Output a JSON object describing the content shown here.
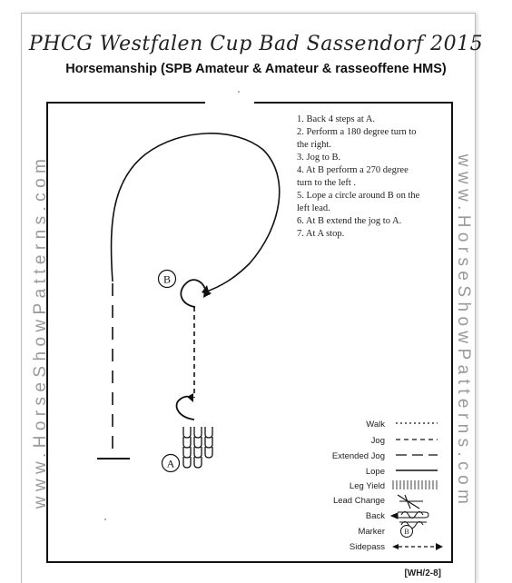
{
  "header": {
    "handwritten_title": "PHCG Westfalen Cup Bad Sassendorf 2015",
    "class_title": "Horsemanship (SPB Amateur & Amateur & rasseoffene HMS)"
  },
  "side_text": {
    "left": "www.HorseShowPatterns.com",
    "right": "www.HorseShowPatterns.com"
  },
  "instructions": [
    "1. Back 4 steps at A.",
    "2. Perform a 180 degree turn to",
    "the right.",
    "3. Jog to B.",
    "4. At B perform a 270 degree",
    "turn to the left .",
    "5. Lope a circle around B on the",
    "left lead.",
    "6. At B extend the jog to A.",
    "7. At A stop."
  ],
  "markers": {
    "a": "A",
    "b": "B"
  },
  "legend": [
    {
      "label": "Walk"
    },
    {
      "label": "Jog"
    },
    {
      "label": "Extended Jog"
    },
    {
      "label": "Lope"
    },
    {
      "label": "Leg Yield"
    },
    {
      "label": "Lead Change"
    },
    {
      "label": "Back"
    },
    {
      "label": "Marker",
      "symbol": "B"
    },
    {
      "label": "Sidepass"
    }
  ],
  "pattern_code": "[WH/2-8]"
}
